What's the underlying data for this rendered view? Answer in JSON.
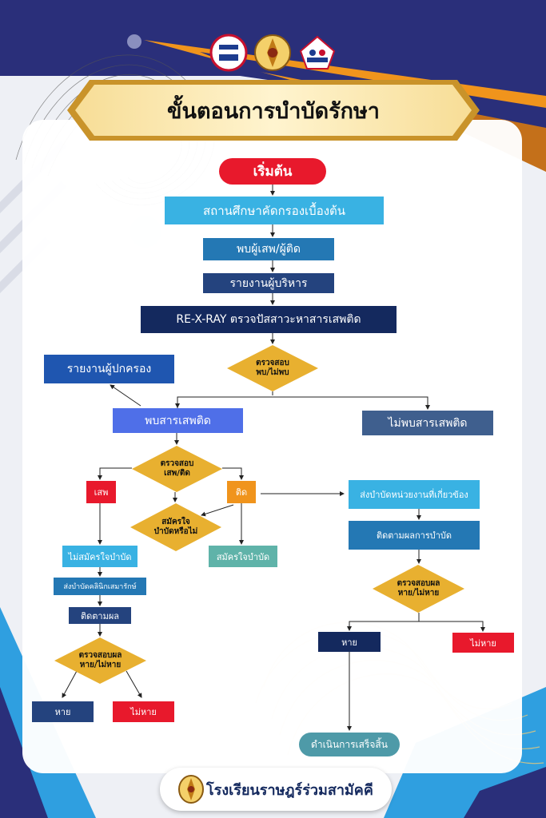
{
  "title": "ขั้นตอนการบำบัดรักษา",
  "footer": {
    "school_name": "โรงเรียนราษฎร์ร่วมสามัคคี"
  },
  "colors": {
    "navy": "#2a2f7a",
    "orange": "#f0941c",
    "red": "#e8192c",
    "cyan": "#39b2e3",
    "mid_blue": "#2478b4",
    "dark_navy": "#14295e",
    "royal": "#4f6fe8",
    "slate": "#3f5f8e",
    "gold": "#e8b030",
    "teal": "#4e9aa8",
    "mint": "#5fb3a9"
  },
  "nodes": {
    "start": "เริ่มต้น",
    "screening": "สถานศึกษาคัดกรองเบื้องต้น",
    "found_user": "พบผู้เสพ/ผู้ติด",
    "report_admin": "รายงานผู้บริหาร",
    "rexray": "RE-X-RAY ตรวจปัสสาวะหาสารเสพติด",
    "check_found": "ตรวจสอบ\nพบ/ไม่พบ",
    "report_parent": "รายงานผู้ปกครอง",
    "found_drug": "พบสารเสพติด",
    "not_found_drug": "ไม่พบสารเสพติด",
    "check_use": "ตรวจสอบ\nเสพ/ติด",
    "user": "เสพ",
    "addict": "ติด",
    "voluntary_check": "สมัครใจ\nบำบัดหรือไม่",
    "refer_agency": "ส่งบำบัดหน่วยงานที่เกี่ยวข้อง",
    "follow_treatment": "ติดตามผลการบำบัด",
    "not_voluntary": "ไม่สมัครใจบำบัด",
    "voluntary": "สมัครใจบำบัด",
    "refer_clinic": "ส่งบำบัดคลินิกเสมารักษ์",
    "follow_up": "ติดตามผล",
    "check_result_left": "ตรวจสอบผล\nหาย/ไม่หาย",
    "check_result_right": "ตรวจสอบผล\nหาย/ไม่หาย",
    "cured_left": "หาย",
    "not_cured_left": "ไม่หาย",
    "cured_right": "หาย",
    "not_cured_right": "ไม่หาย",
    "completed": "ดำเนินการเสร็จสิ้น"
  }
}
